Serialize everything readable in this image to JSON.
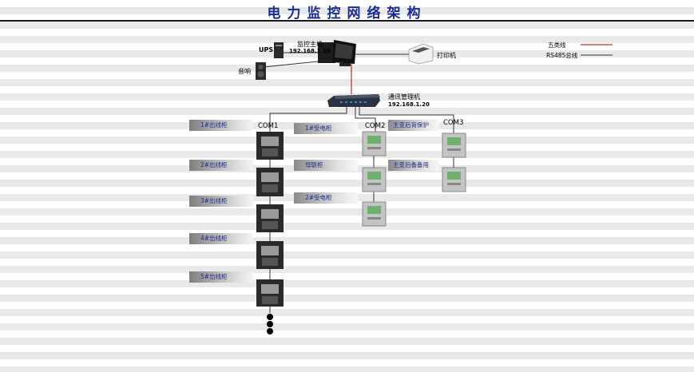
{
  "title": "电力监控网络架构",
  "legend": {
    "fiber": "五类线",
    "rs485": "RS485总线",
    "fiber_color": "#b03030",
    "rs485_color": "#333333"
  },
  "devices": {
    "host_label": "监控主机",
    "host_ip": "192.168.1.10",
    "ups": "UPS",
    "speaker": "音响",
    "printer": "打印机",
    "comm_label": "通讯管理机",
    "comm_ip": "192.168.1.20"
  },
  "ports": [
    "COM1",
    "COM2",
    "COM3"
  ],
  "com1_feeders": [
    "1#出线柜",
    "2#出线柜",
    "3#出线柜",
    "4#出线柜",
    "5#出线柜"
  ],
  "com2_items": [
    "1#受电柜",
    "母联柜",
    "2#受电柜"
  ],
  "com3_items": [
    "主变后背保护",
    "主变后备备用"
  ]
}
